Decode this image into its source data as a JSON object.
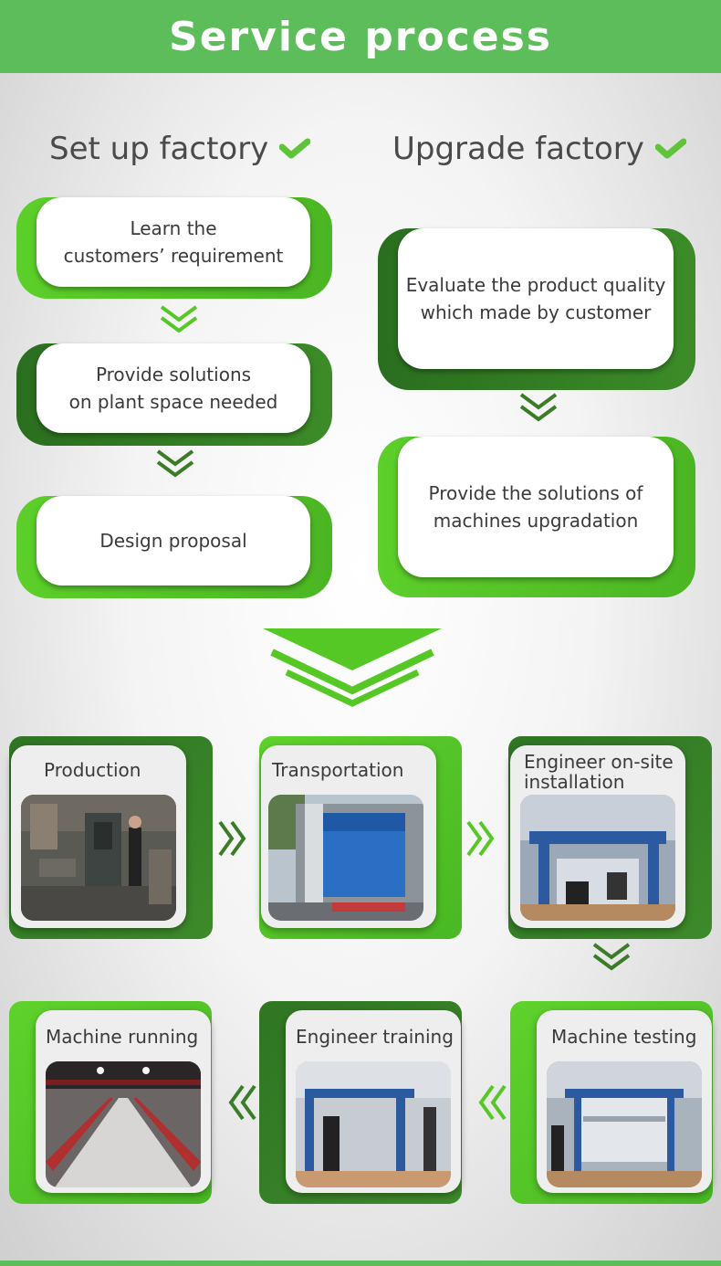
{
  "header": {
    "title": "Service process"
  },
  "columns": {
    "left": {
      "heading": "Set up factory",
      "steps": [
        {
          "line1": "Learn the",
          "line2": "customers’ requirement"
        },
        {
          "line1": "Provide solutions",
          "line2": "on plant space needed"
        },
        {
          "line1": "Design proposal",
          "line2": ""
        }
      ]
    },
    "right": {
      "heading": "Upgrade factory",
      "steps": [
        {
          "line1": "Evaluate the product quality",
          "line2": "which made by customer"
        },
        {
          "line1": "Provide the solutions of",
          "line2": "machines upgradation"
        }
      ]
    }
  },
  "process": [
    {
      "label": "Production"
    },
    {
      "label": "Transportation"
    },
    {
      "label": "Engineer on-site installation"
    },
    {
      "label": "Machine testing"
    },
    {
      "label": "Engineer training"
    },
    {
      "label": "Machine running"
    }
  ],
  "colors": {
    "brand_green": "#5cbd5a",
    "light_green": "#55c826",
    "dark_green": "#2f7523",
    "text": "#3a3a3a"
  },
  "icons": [
    "check-icon",
    "chevron-down-icon",
    "chevron-right-icon",
    "chevron-left-icon"
  ]
}
